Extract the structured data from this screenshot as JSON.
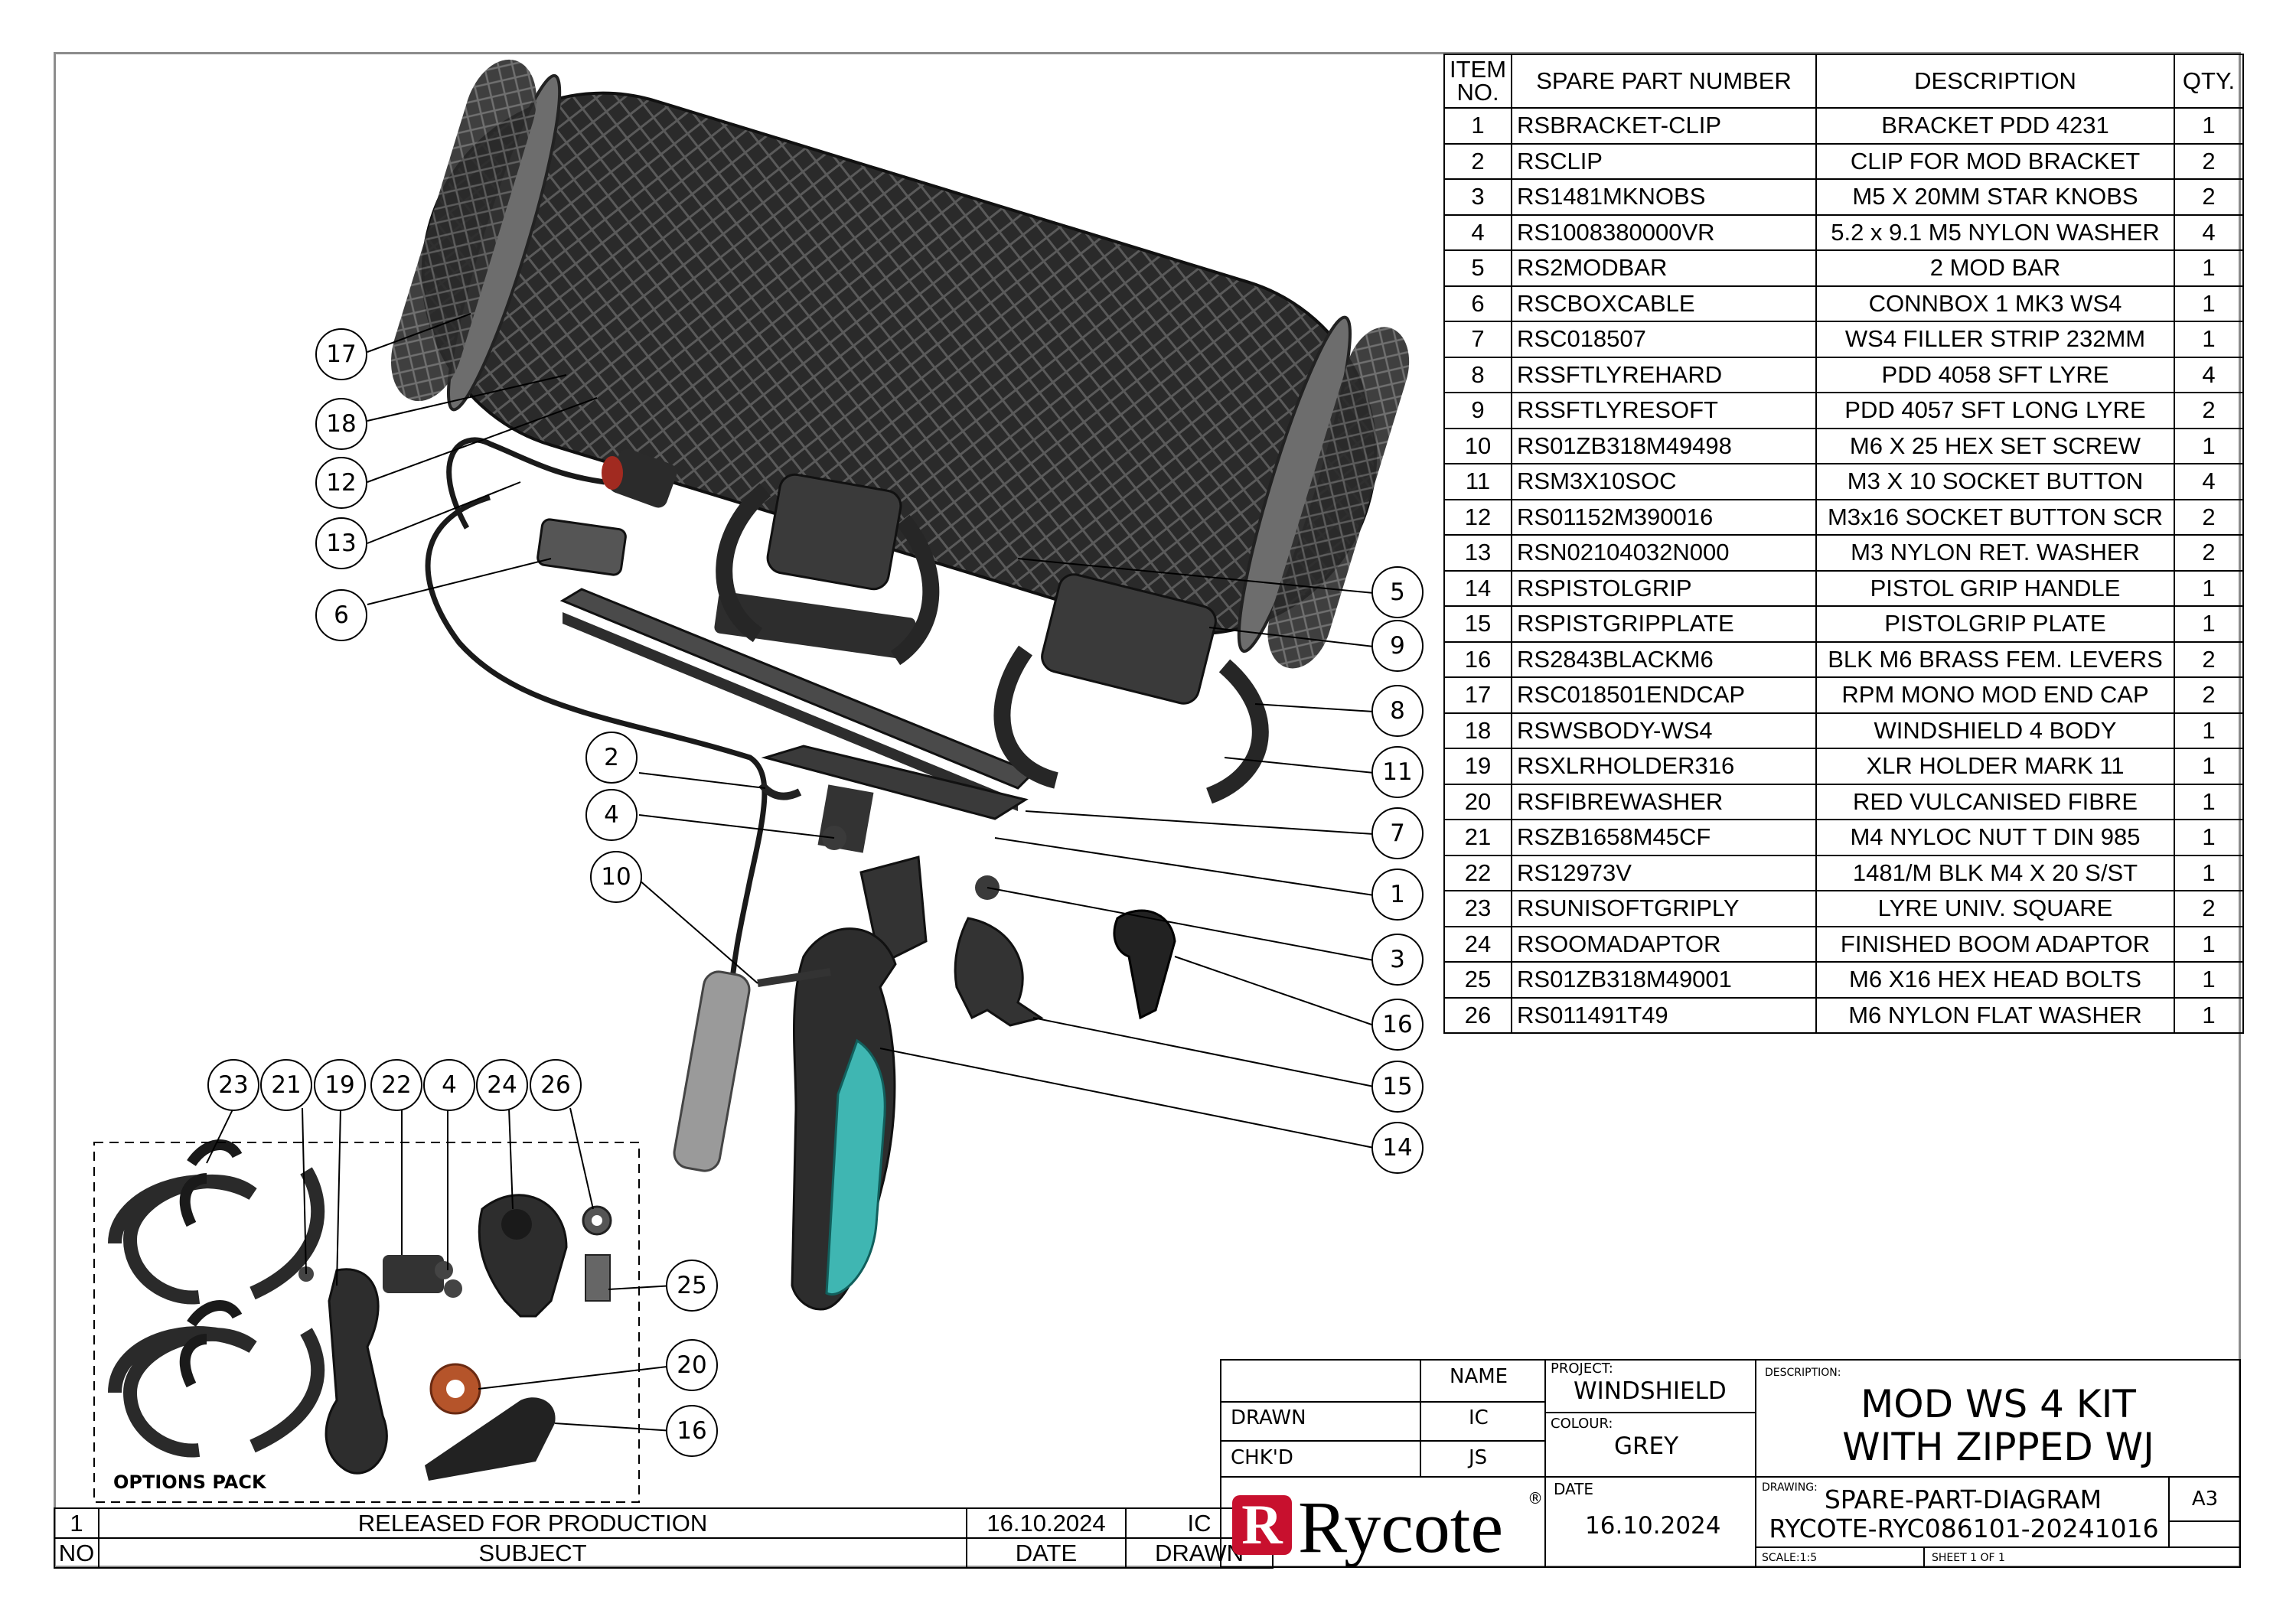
{
  "bom": {
    "headers": {
      "item_line1": "ITEM",
      "item_line2": "NO.",
      "part": "SPARE PART NUMBER",
      "desc": "DESCRIPTION",
      "qty": "QTY."
    },
    "rows": [
      {
        "item": "1",
        "part": "RSBRACKET-CLIP",
        "desc": "BRACKET PDD 4231",
        "qty": "1"
      },
      {
        "item": "2",
        "part": "RSCLIP",
        "desc": "CLIP FOR MOD BRACKET",
        "qty": "2"
      },
      {
        "item": "3",
        "part": "RS1481MKNOBS",
        "desc": "M5 X 20MM STAR KNOBS",
        "qty": "2"
      },
      {
        "item": "4",
        "part": "RS1008380000VR",
        "desc": "5.2 x 9.1 M5 NYLON WASHER",
        "qty": "4"
      },
      {
        "item": "5",
        "part": "RS2MODBAR",
        "desc": "2 MOD BAR",
        "qty": "1"
      },
      {
        "item": "6",
        "part": "RSCBOXCABLE",
        "desc": "CONNBOX 1 MK3 WS4",
        "qty": "1"
      },
      {
        "item": "7",
        "part": "RSC018507",
        "desc": "WS4 FILLER STRIP 232MM",
        "qty": "1"
      },
      {
        "item": "8",
        "part": "RSSFTLYREHARD",
        "desc": "PDD 4058 SFT LYRE",
        "qty": "4"
      },
      {
        "item": "9",
        "part": "RSSFTLYRESOFT",
        "desc": "PDD 4057 SFT LONG LYRE",
        "qty": "2"
      },
      {
        "item": "10",
        "part": "RS01ZB318M49498",
        "desc": "M6 X 25 HEX SET SCREW",
        "qty": "1"
      },
      {
        "item": "11",
        "part": "RSM3X10SOC",
        "desc": "M3 X 10 SOCKET BUTTON",
        "qty": "4"
      },
      {
        "item": "12",
        "part": "RS01152M390016",
        "desc": "M3x16 SOCKET BUTTON SCR",
        "qty": "2"
      },
      {
        "item": "13",
        "part": "RSN02104032N000",
        "desc": "M3 NYLON RET. WASHER",
        "qty": "2"
      },
      {
        "item": "14",
        "part": "RSPISTOLGRIP",
        "desc": "PISTOL GRIP HANDLE",
        "qty": "1"
      },
      {
        "item": "15",
        "part": "RSPISTGRIPPLATE",
        "desc": "PISTOLGRIP PLATE",
        "qty": "1"
      },
      {
        "item": "16",
        "part": "RS2843BLACKM6",
        "desc": "BLK M6 BRASS FEM. LEVERS",
        "qty": "2"
      },
      {
        "item": "17",
        "part": "RSC018501ENDCAP",
        "desc": "RPM MONO MOD END CAP",
        "qty": "2"
      },
      {
        "item": "18",
        "part": "RSWSBODY-WS4",
        "desc": "WINDSHIELD 4 BODY",
        "qty": "1"
      },
      {
        "item": "19",
        "part": "RSXLRHOLDER316",
        "desc": "XLR HOLDER MARK 11",
        "qty": "1"
      },
      {
        "item": "20",
        "part": "RSFIBREWASHER",
        "desc": "RED VULCANISED FIBRE",
        "qty": "1"
      },
      {
        "item": "21",
        "part": "RSZB1658M45CF",
        "desc": "M4 NYLOC NUT T DIN 985",
        "qty": "1"
      },
      {
        "item": "22",
        "part": "RS12973V",
        "desc": "1481/M BLK M4 X 20 S/ST",
        "qty": "1"
      },
      {
        "item": "23",
        "part": "RSUNISOFTGRIPLY",
        "desc": "LYRE UNIV. SQUARE",
        "qty": "2"
      },
      {
        "item": "24",
        "part": "RSOOMADAPTOR",
        "desc": "FINISHED BOOM ADAPTOR",
        "qty": "1"
      },
      {
        "item": "25",
        "part": "RS01ZB318M49001",
        "desc": "M6 X16 HEX HEAD BOLTS",
        "qty": "1"
      },
      {
        "item": "26",
        "part": "RS011491T49",
        "desc": "M6 NYLON FLAT WASHER",
        "qty": "1"
      }
    ]
  },
  "balloons": {
    "b17": "17",
    "b18": "18",
    "b12": "12",
    "b13": "13",
    "b6": "6",
    "b5": "5",
    "b9": "9",
    "b8": "8",
    "b11": "11",
    "b7": "7",
    "b1": "1",
    "b3": "3",
    "b16a": "16",
    "b15": "15",
    "b14": "14",
    "b2": "2",
    "b4a": "4",
    "b10": "10",
    "b23": "23",
    "b21": "21",
    "b19": "19",
    "b22": "22",
    "b4b": "4",
    "b24": "24",
    "b26": "26",
    "b25": "25",
    "b20": "20",
    "b16b": "16"
  },
  "options_pack": "OPTIONS PACK",
  "revision": {
    "no": "1",
    "subject": "RELEASED FOR PRODUCTION",
    "date": "16.10.2024",
    "drawn": "IC",
    "h_no": "NO",
    "h_subject": "SUBJECT",
    "h_date": "DATE",
    "h_drawn": "DRAWN"
  },
  "title_block": {
    "name_header": "NAME",
    "drawn_label": "DRAWN",
    "drawn_value": "IC",
    "chkd_label": "CHK'D",
    "chkd_value": "JS",
    "project_label": "PROJECT:",
    "project_value": "WINDSHIELD",
    "colour_label": "COLOUR:",
    "colour_value": "GREY",
    "date_label": "DATE",
    "date_value": "16.10.2024",
    "description_label": "DESCRIPTION:",
    "description_line1": "MOD WS 4 KIT",
    "description_line2": "WITH ZIPPED WJ",
    "drawing_label": "DRAWING:",
    "drawing_line1": "SPARE-PART-DIAGRAM",
    "drawing_line2": "RYCOTE-RYC086101-20241016",
    "size": "A3",
    "scale": "SCALE:1:5",
    "sheet": "SHEET 1 OF 1",
    "logo_text": "Rycote",
    "logo_mark": "R",
    "logo_reg": "®"
  },
  "colors": {
    "logo_red": "#c8102e",
    "grip_teal": "#3fb6b2",
    "washer_red": "#b5542a",
    "frame": "#8c8c8c"
  }
}
